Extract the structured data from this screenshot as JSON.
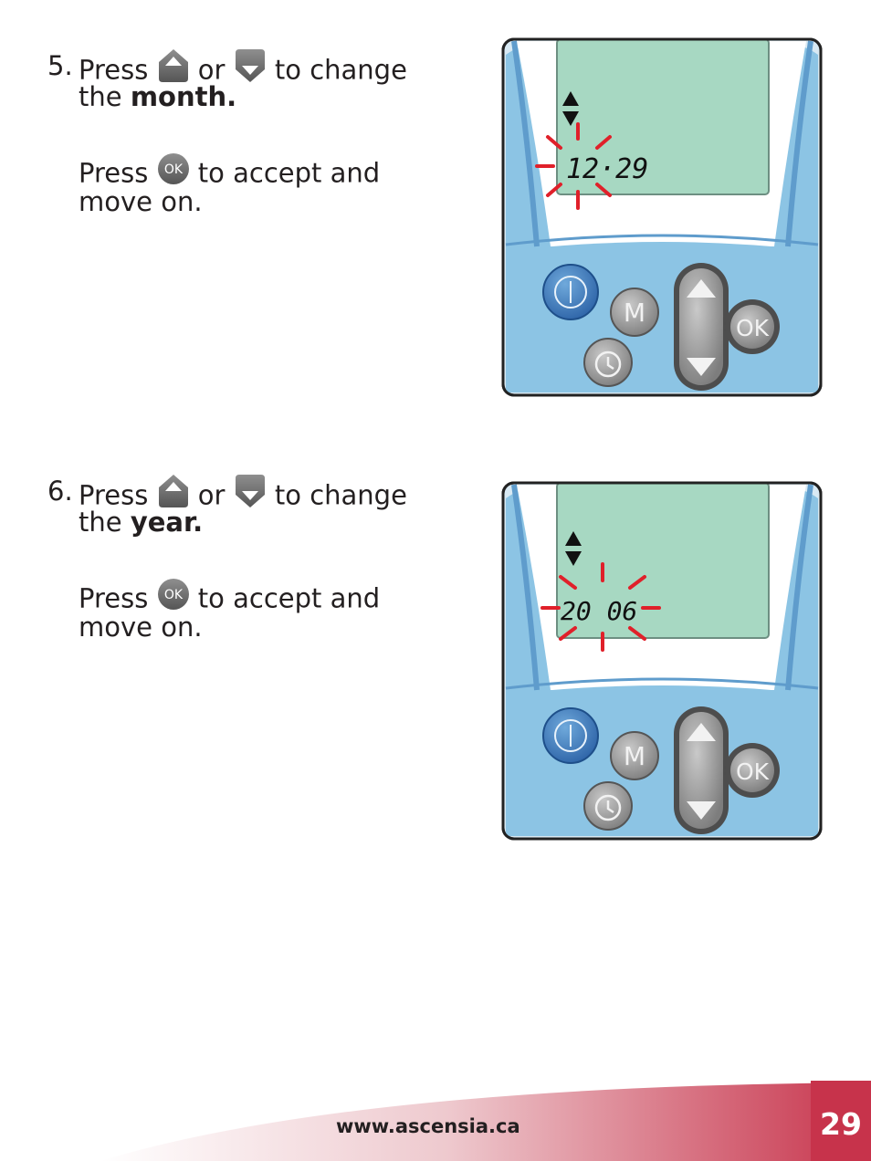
{
  "step5": {
    "number": "5.",
    "press": "Press",
    "or": "or",
    "to_change": "to change",
    "the": "the",
    "target": "month.",
    "press2": "Press",
    "accept": "to accept and",
    "move_on": "move on.",
    "display_value": "12·29"
  },
  "step6": {
    "number": "6.",
    "press": "Press",
    "or": "or",
    "to_change": "to change",
    "the": "the",
    "target": "year.",
    "press2": "Press",
    "accept": "to accept and",
    "move_on": "move on.",
    "display_value": "20 06"
  },
  "device_buttons": {
    "menu": "M",
    "ok": "OK"
  },
  "ok_icon_label": "OK",
  "footer": {
    "url": "www.ascensia.ca",
    "page_number": "29"
  },
  "icons": [
    "up-button-icon",
    "down-button-icon",
    "ok-button-icon",
    "power-icon",
    "clock-icon",
    "blink-rays-icon"
  ],
  "colors": {
    "accent_red": "#e0202a",
    "device_blue": "#8cc4e4",
    "lcd_green": "#a7d8c2",
    "footer_red": "#c7334b"
  }
}
